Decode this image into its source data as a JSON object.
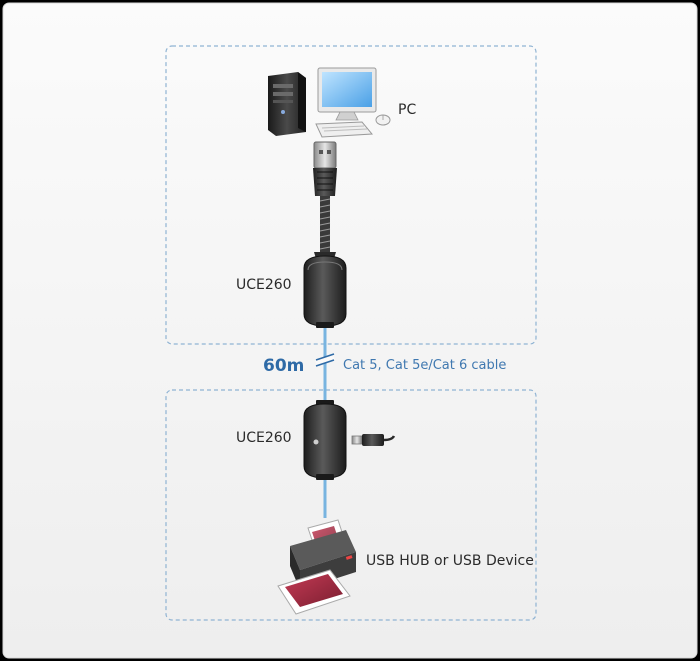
{
  "labels": {
    "pc": "PC",
    "unit_top": "UCE260",
    "distance": "60m",
    "cable": "Cat 5, Cat 5e/Cat 6 cable",
    "unit_bottom": "UCE260",
    "device": "USB HUB or USB Device"
  },
  "colors": {
    "panel_bg": "#f3f3f3",
    "dashed_border": "#8fb3d3",
    "cable_blue": "#78b4e0",
    "accent_text": "#2e6aa6",
    "device_body": "#3a3a3a",
    "printer_paper": "#9c2a3e"
  }
}
